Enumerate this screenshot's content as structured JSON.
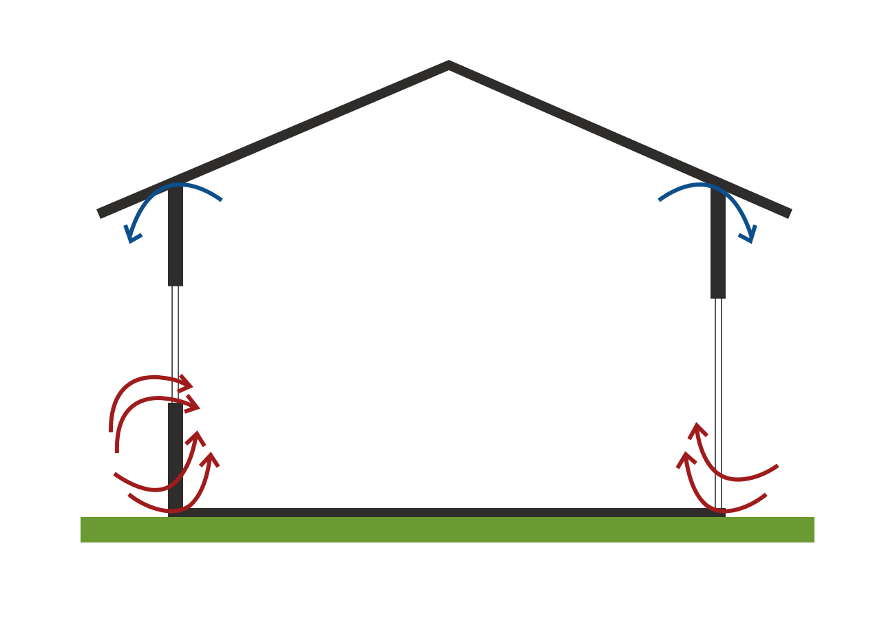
{
  "diagram": {
    "subject": "house-cross-section-airflow",
    "colors": {
      "background": "#ffffff",
      "structure": "#2e2d2b",
      "ground": "#6a9a31",
      "warm_airflow": "#a01c1c",
      "cool_airflow": "#0d4f8b"
    },
    "components": {
      "roof": "roof",
      "left_wall": "left-wall",
      "right_wall": "right-wall",
      "left_window": "left-window",
      "right_window": "right-window",
      "floor": "floor",
      "ground": "ground"
    },
    "airflow": {
      "warm": {
        "count": 6,
        "icon": "curved-arrow-icon"
      },
      "cool": {
        "count": 2,
        "icon": "curved-arrow-icon"
      }
    }
  }
}
